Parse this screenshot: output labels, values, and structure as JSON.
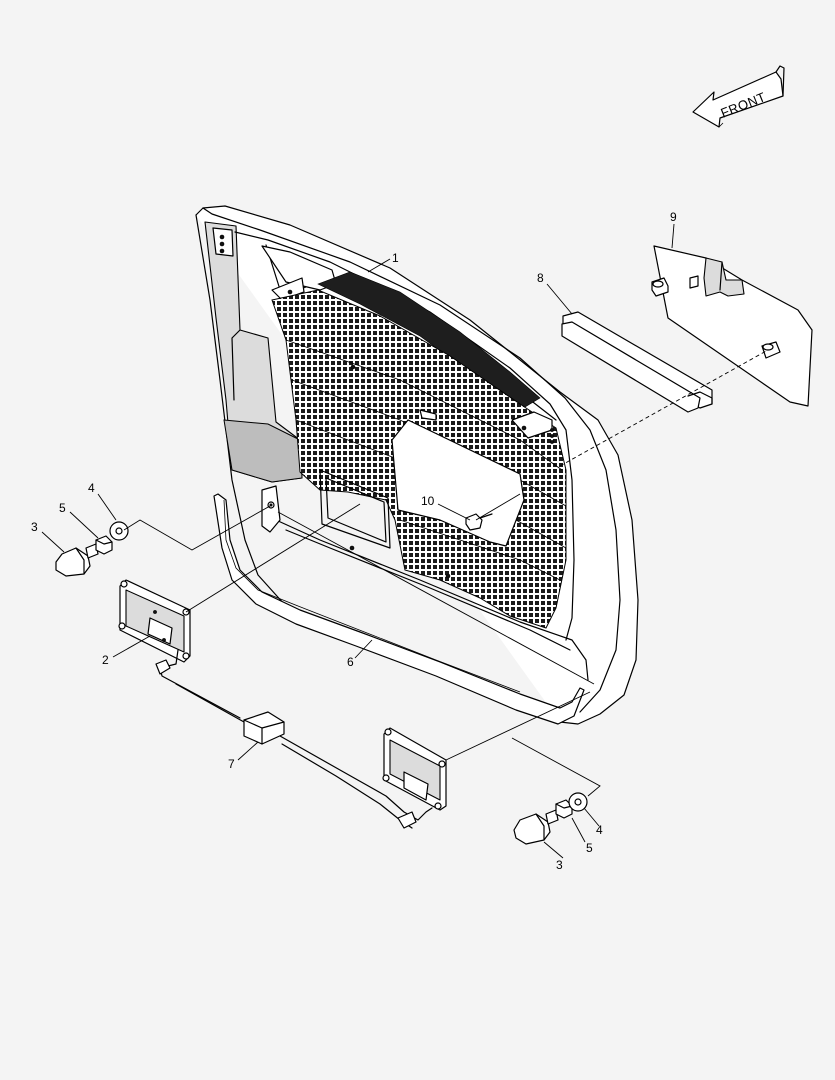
{
  "direction_label": "FRONT",
  "callouts": [
    "1",
    "2",
    "3",
    "3",
    "4",
    "4",
    "5",
    "5",
    "6",
    "7",
    "8",
    "9",
    "10"
  ],
  "colors": {
    "line": "#000000",
    "background": "#f4f4f4",
    "fill_light": "#dcdcdc",
    "fill_white": "#ffffff"
  }
}
